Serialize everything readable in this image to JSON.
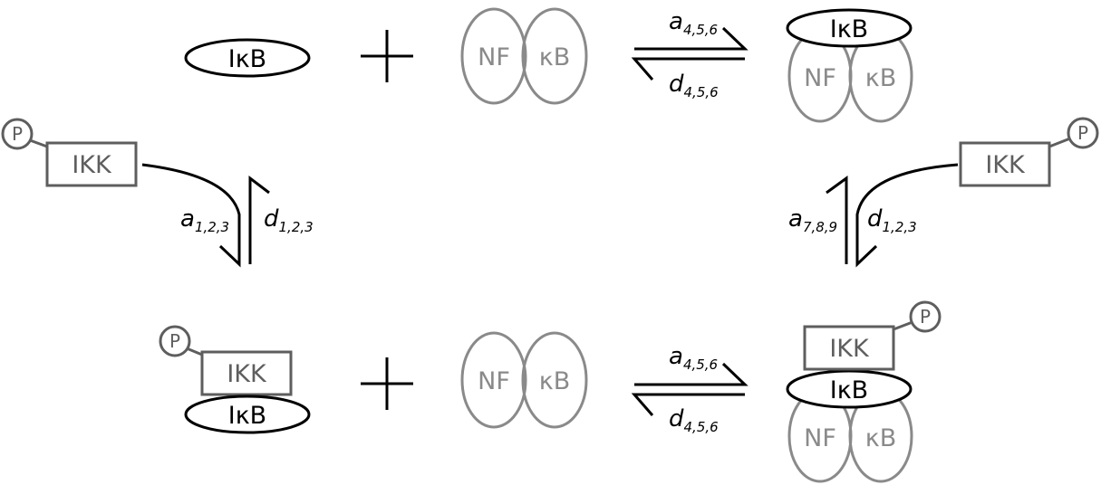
{
  "labels": {
    "ikb": "IκB",
    "nf": "NF",
    "kb": "κB",
    "ikk": "IKK",
    "p": "P"
  },
  "rates": {
    "top_forward": {
      "sym": "a",
      "sub": "4,5,6"
    },
    "top_reverse": {
      "sym": "d",
      "sub": "4,5,6"
    },
    "left_forward": {
      "sym": "a",
      "sub": "1,2,3"
    },
    "left_reverse": {
      "sym": "d",
      "sub": "1,2,3"
    },
    "right_forward": {
      "sym": "a",
      "sub": "7,8,9"
    },
    "right_reverse": {
      "sym": "d",
      "sub": "1,2,3"
    },
    "bottom_forward": {
      "sym": "a",
      "sub": "4,5,6"
    },
    "bottom_reverse": {
      "sym": "d",
      "sub": "4,5,6"
    }
  },
  "colors": {
    "ikb": "#000000",
    "nfkb": "#8a8a8a",
    "ikk": "#5e5e5e"
  }
}
